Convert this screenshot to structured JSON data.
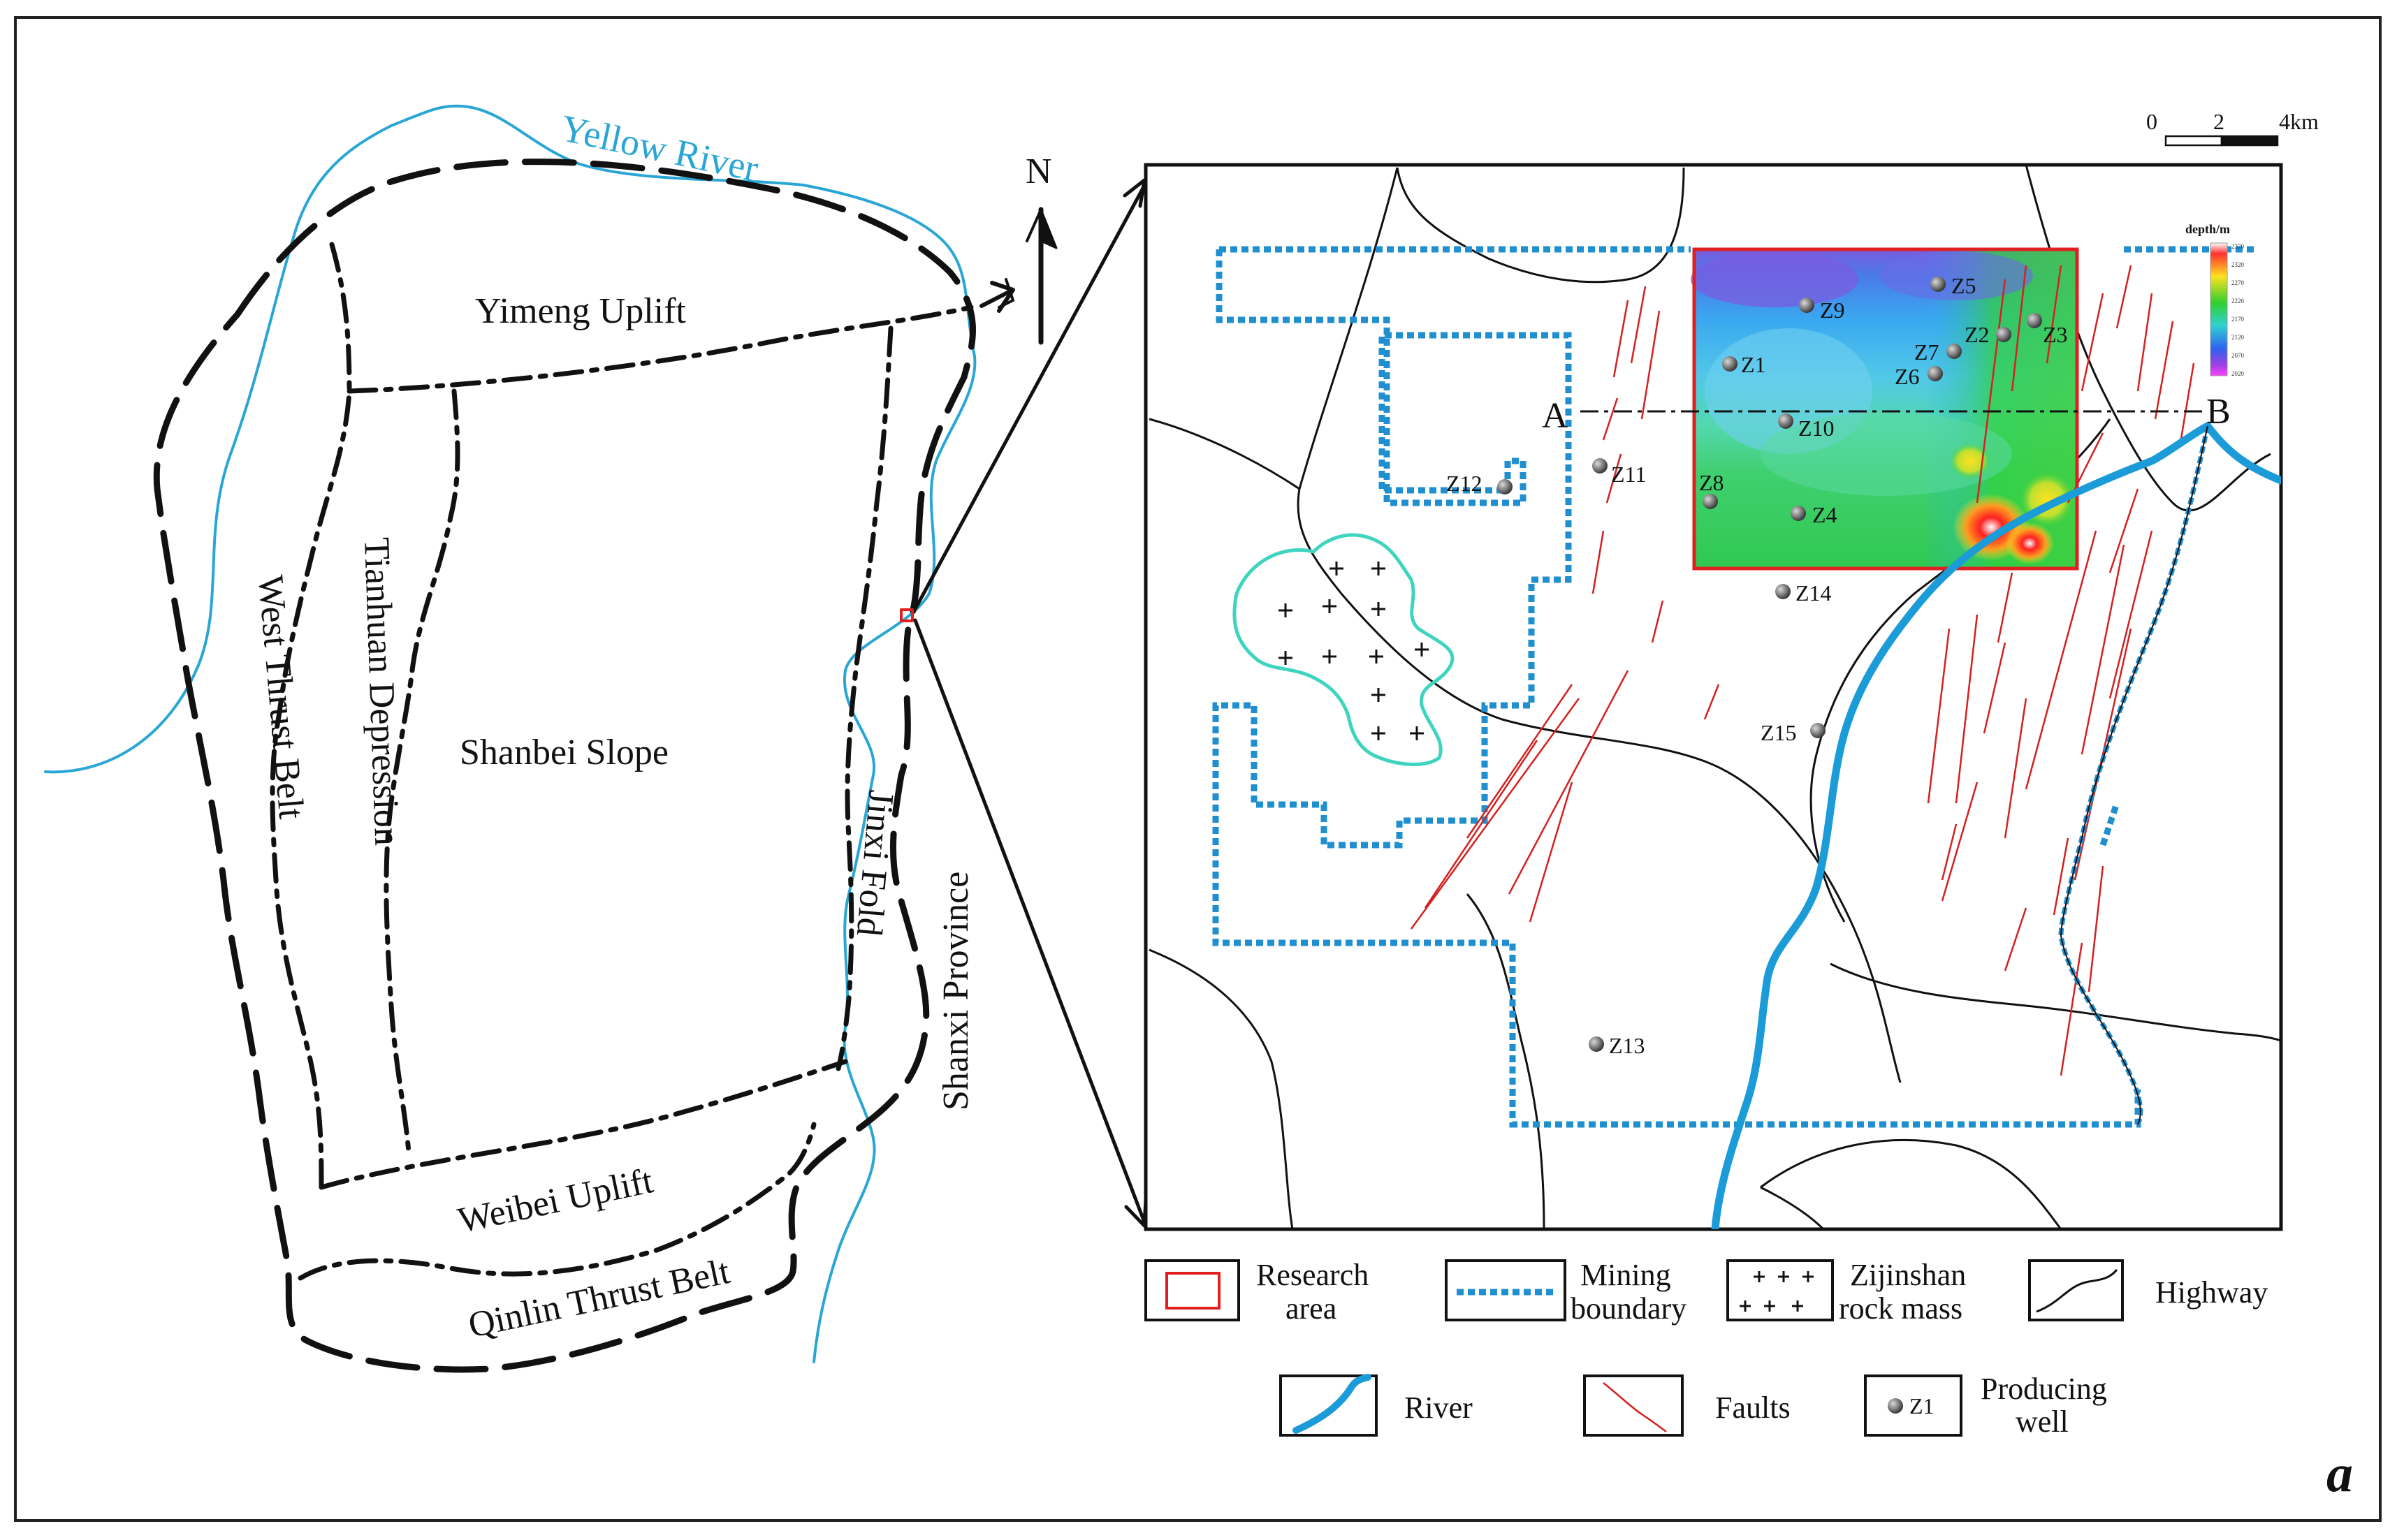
{
  "overview_map": {
    "river_label": "Yellow River",
    "north_label": "N",
    "regions": {
      "yimeng_uplift": "Yimeng Uplift",
      "west_thrust_belt": "West Thrust Belt",
      "tianhuan_depression": "Tianhuan Depression",
      "shanbei_slope": "Shanbei Slope",
      "jinxi_fold": "Jinxi Fold",
      "shanxi_province": "Shanxi Province",
      "weibei_uplift": "Weibei Uplift",
      "qinlin_thrust_belt": "Qinlin Thrust Belt"
    }
  },
  "detail_map": {
    "scale_bar": {
      "labels": [
        "0",
        "2",
        "4km"
      ]
    },
    "depth_legend": {
      "title": "depth/m",
      "ticks": [
        "2370",
        "2320",
        "2270",
        "2220",
        "2170",
        "2120",
        "2070",
        "2020"
      ]
    },
    "section_line": {
      "start": "A",
      "end": "B"
    },
    "wells": [
      {
        "id": "Z1",
        "label": "Z1"
      },
      {
        "id": "Z2",
        "label": "Z2"
      },
      {
        "id": "Z3",
        "label": "Z3"
      },
      {
        "id": "Z4",
        "label": "Z4"
      },
      {
        "id": "Z5",
        "label": "Z5"
      },
      {
        "id": "Z6",
        "label": "Z6"
      },
      {
        "id": "Z7",
        "label": "Z7"
      },
      {
        "id": "Z8",
        "label": "Z8"
      },
      {
        "id": "Z9",
        "label": "Z9"
      },
      {
        "id": "Z10",
        "label": "Z10"
      },
      {
        "id": "Z11",
        "label": "Z11"
      },
      {
        "id": "Z12",
        "label": "Z12"
      },
      {
        "id": "Z13",
        "label": "Z13"
      },
      {
        "id": "Z14",
        "label": "Z14"
      },
      {
        "id": "Z15",
        "label": "Z15"
      }
    ]
  },
  "legend": {
    "research_area": [
      "Research",
      "area"
    ],
    "mining_boundary": [
      "Mining",
      "boundary"
    ],
    "zijinshan": [
      "Zijinshan",
      "rock mass"
    ],
    "highway": "Highway",
    "river": "River",
    "faults": "Faults",
    "producing_well": [
      "Producing",
      "well"
    ],
    "producing_well_sample": "Z1"
  },
  "figure_letter": "a",
  "colors": {
    "river": "#2aa6d6",
    "river_thick": "#1b9bd8",
    "mining_boundary": "#1f8fd0",
    "fault": "#d42020",
    "research_area": "#e02020",
    "rock_mass": "#3fd4bf",
    "line": "#111111"
  }
}
